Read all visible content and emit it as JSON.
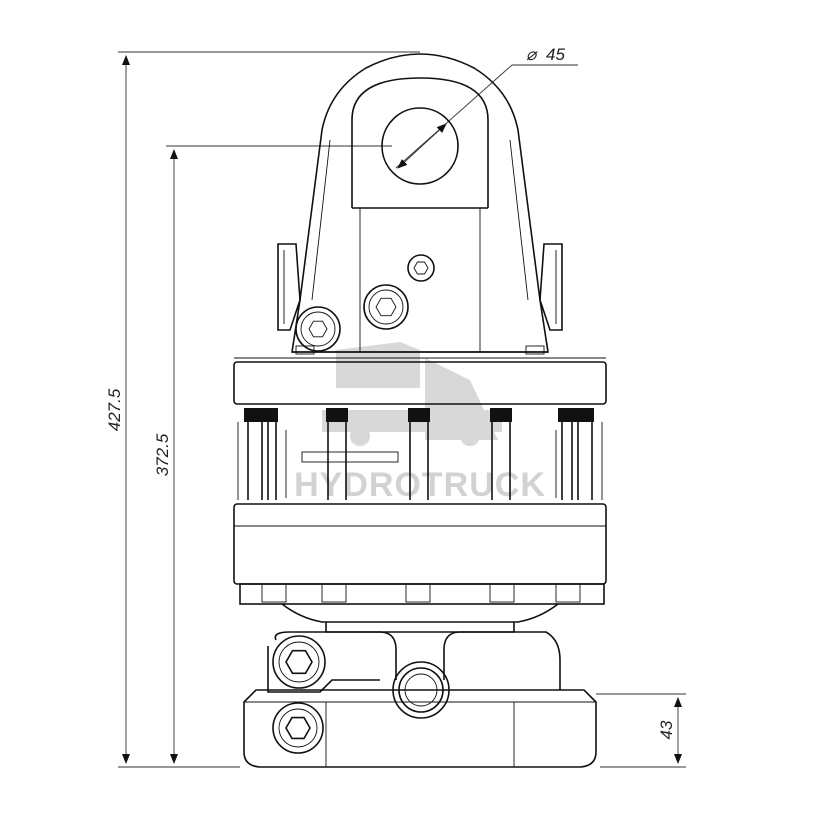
{
  "dimensions": {
    "total_height": "427.5",
    "pin_height": "372.5",
    "pin_diameter_symbol": "⌀",
    "pin_diameter": "45",
    "base_height": "43"
  },
  "watermark": {
    "brand": "HYDROTRUCK",
    "logo_icon": "truck-logo-icon"
  },
  "colors": {
    "line": "#111111",
    "watermark": "#d2d2d2"
  }
}
